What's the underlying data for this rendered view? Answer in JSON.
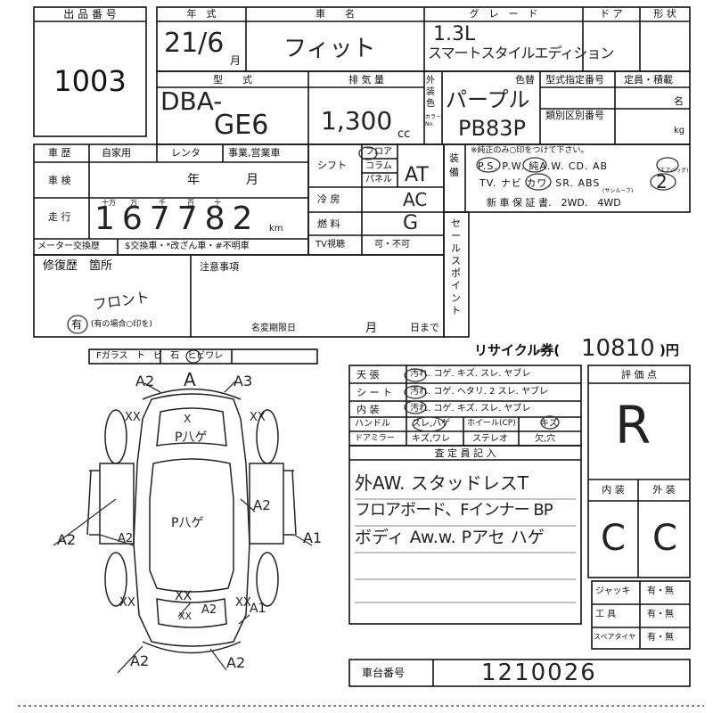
{
  "lot": {
    "label": "出 品 番 号",
    "number": "1003"
  },
  "header": {
    "year_label": "年　式",
    "name_label": "車　　名",
    "grade_label": "グ　レ　ー　ド",
    "door_label": "ド ア",
    "shape_label": "形 状",
    "year_value": "21/6",
    "month_suffix": "月",
    "name_value": "フィット",
    "grade_value_1": "1.3L",
    "grade_value_2": "スマートスタイルエディション"
  },
  "model": {
    "label": "型　　式",
    "value_1": "DBA-",
    "value_2": "GE6",
    "displacement_label": "排 気 量",
    "displacement_value": "1,300",
    "cc": "cc",
    "exterior_label": "外装色",
    "color_no_label": "カラーNo.",
    "color_label": "色替",
    "color_value": "パープル",
    "color_code": "PB83P",
    "type_no_label": "型式指定番号",
    "class_no_label": "類別区別番号",
    "capacity_label": "定員・積載",
    "capacity_unit": "名",
    "kg": "kg"
  },
  "history": {
    "label": "車 歴",
    "private": "自家用",
    "rental": "レンタ",
    "business": "事業,営業車",
    "inspection_label": "車 検",
    "year_word": "年",
    "month_word": "月",
    "mileage_label": "走 行",
    "digit_labels": [
      "十万",
      "万",
      "千",
      "百",
      "十"
    ],
    "mileage_value": "167782",
    "km": "km",
    "meter_label": "メーター交換歴",
    "meter_note": "$交換車・*改ざん車・#不明車"
  },
  "specs": {
    "shift_label": "シフト",
    "shift_opts": [
      "フロア",
      "コラム",
      "パネル"
    ],
    "shift_value": "AT",
    "ac_label": "冷 房",
    "ac_value": "AC",
    "fuel_label": "燃 料",
    "fuel_value": "G",
    "tv_label": "TV視聴",
    "tv_value": "可・不可"
  },
  "equipment": {
    "label": "装備",
    "note": "※純正のみ○印をつけて下さい。",
    "row1": "P.S. P.W. 純A.W. CD. AB",
    "row2": "TV. ナビ カワ. SR. ABS",
    "sunroof_note": "(サンルーフ)",
    "airbag_note": "(エアバッグ)",
    "row3": "新 車 保 証 書.　2WD.　4WD",
    "ab_num": "2"
  },
  "sales_point": {
    "label": "セールスポイント"
  },
  "repair": {
    "label": "修復歴　箇所",
    "has": "有",
    "note": "(有の場合○印を)",
    "value": "フロント",
    "notes_label": "注意事項",
    "transfer_label": "名変期限日",
    "transfer_month": "月",
    "transfer_day": "日まで"
  },
  "recycle": {
    "label": "リサイクル券(",
    "value": "10810",
    "unit": ")円"
  },
  "glass": {
    "label": "Fガラス ト ビ 石 ヒビワレ"
  },
  "interior": {
    "rows": [
      {
        "label": "天 張",
        "value": "汚れ. コゲ. キズ. スレ. ヤブレ"
      },
      {
        "label": "シ ー ト",
        "value": "汚れ. コゲ. ヘタリ. 2 スレ. ヤブレ"
      },
      {
        "label": "内 装",
        "value": "汚れ. コゲ. キズ. スレ. ヤブレ"
      }
    ],
    "handle_label": "ハンドル",
    "handle_value": "スレ,ハゲ",
    "wheel_label": "ホイール(CP)",
    "wheel_value": "キズ",
    "mirror_label": "ドアミラー",
    "mirror_value": "キズ,ワレ",
    "stereo_label": "ステレオ",
    "stereo_value": "欠,穴"
  },
  "inspector": {
    "label": "査 定 員 記 入",
    "line1": "外AW. スタッドレスT",
    "line2": "フロアボード、Fインナー BP",
    "line3": "ボディ Aw.w. Pアセ ハゲ"
  },
  "grades": {
    "score_label": "評 価 点",
    "score": "R",
    "interior_label": "内 装",
    "exterior_label": "外 装",
    "interior_grade": "C",
    "exterior_grade": "C"
  },
  "accessories": {
    "items": [
      {
        "label": "ジャッキ",
        "value": "有・無"
      },
      {
        "label": "工 具",
        "value": "有・無"
      },
      {
        "label": "スペアタイヤ",
        "value": "有・無"
      }
    ]
  },
  "chassis": {
    "label": "車台番号",
    "value": "1210026"
  },
  "diagram": {
    "marks": [
      "A2",
      "A",
      "A3",
      "XX",
      "XX",
      "P八ゲ",
      "X",
      "A2",
      "A2",
      "A1",
      "P八ゲ",
      "A2",
      "XX",
      "XX",
      "XX",
      "A1",
      "A2",
      "A2",
      "A2",
      "XX"
    ]
  }
}
